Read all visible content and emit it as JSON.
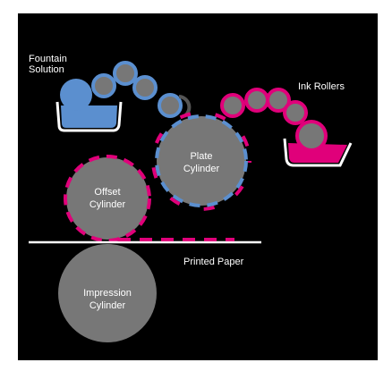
{
  "labels": {
    "fountain_line1": "Fountain",
    "fountain_line2": "Solution",
    "ink_rollers": "Ink Rollers",
    "plate_line1": "Plate",
    "plate_line2": "Cylinder",
    "offset_line1": "Offset",
    "offset_line2": "Cylinder",
    "printed_paper": "Printed Paper",
    "impression_line1": "Impression",
    "impression_line2": "Cylinder"
  },
  "colors": {
    "background": "#000000",
    "cylinder": "#777777",
    "water": "#5b8fcf",
    "ink": "#e0007a",
    "paper": "#ffffff",
    "text": "#ffffff"
  }
}
